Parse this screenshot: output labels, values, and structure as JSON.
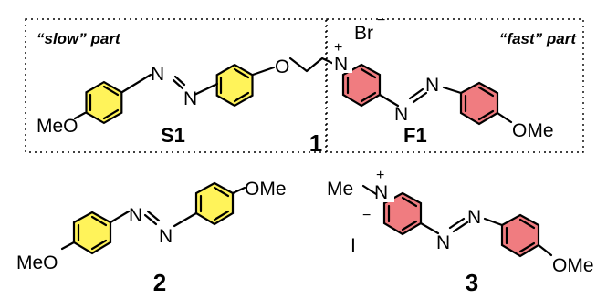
{
  "colors": {
    "slow_ring": "#fff35a",
    "fast_ring": "#f07c80",
    "line": "#000000",
    "background": "#ffffff"
  },
  "region_labels": {
    "slow_part": "“slow” part",
    "fast_part": "“fast” part"
  },
  "compounds": {
    "c1": "1",
    "s1": "S1",
    "f1": "F1",
    "c2": "2",
    "c3": "3"
  },
  "atoms": {
    "meo": "MeO",
    "ome": "OMe",
    "o": "O",
    "n": "N",
    "me": "Me",
    "br": "Br",
    "i": "I"
  },
  "charges": {
    "plus": "+",
    "minus": "−"
  }
}
